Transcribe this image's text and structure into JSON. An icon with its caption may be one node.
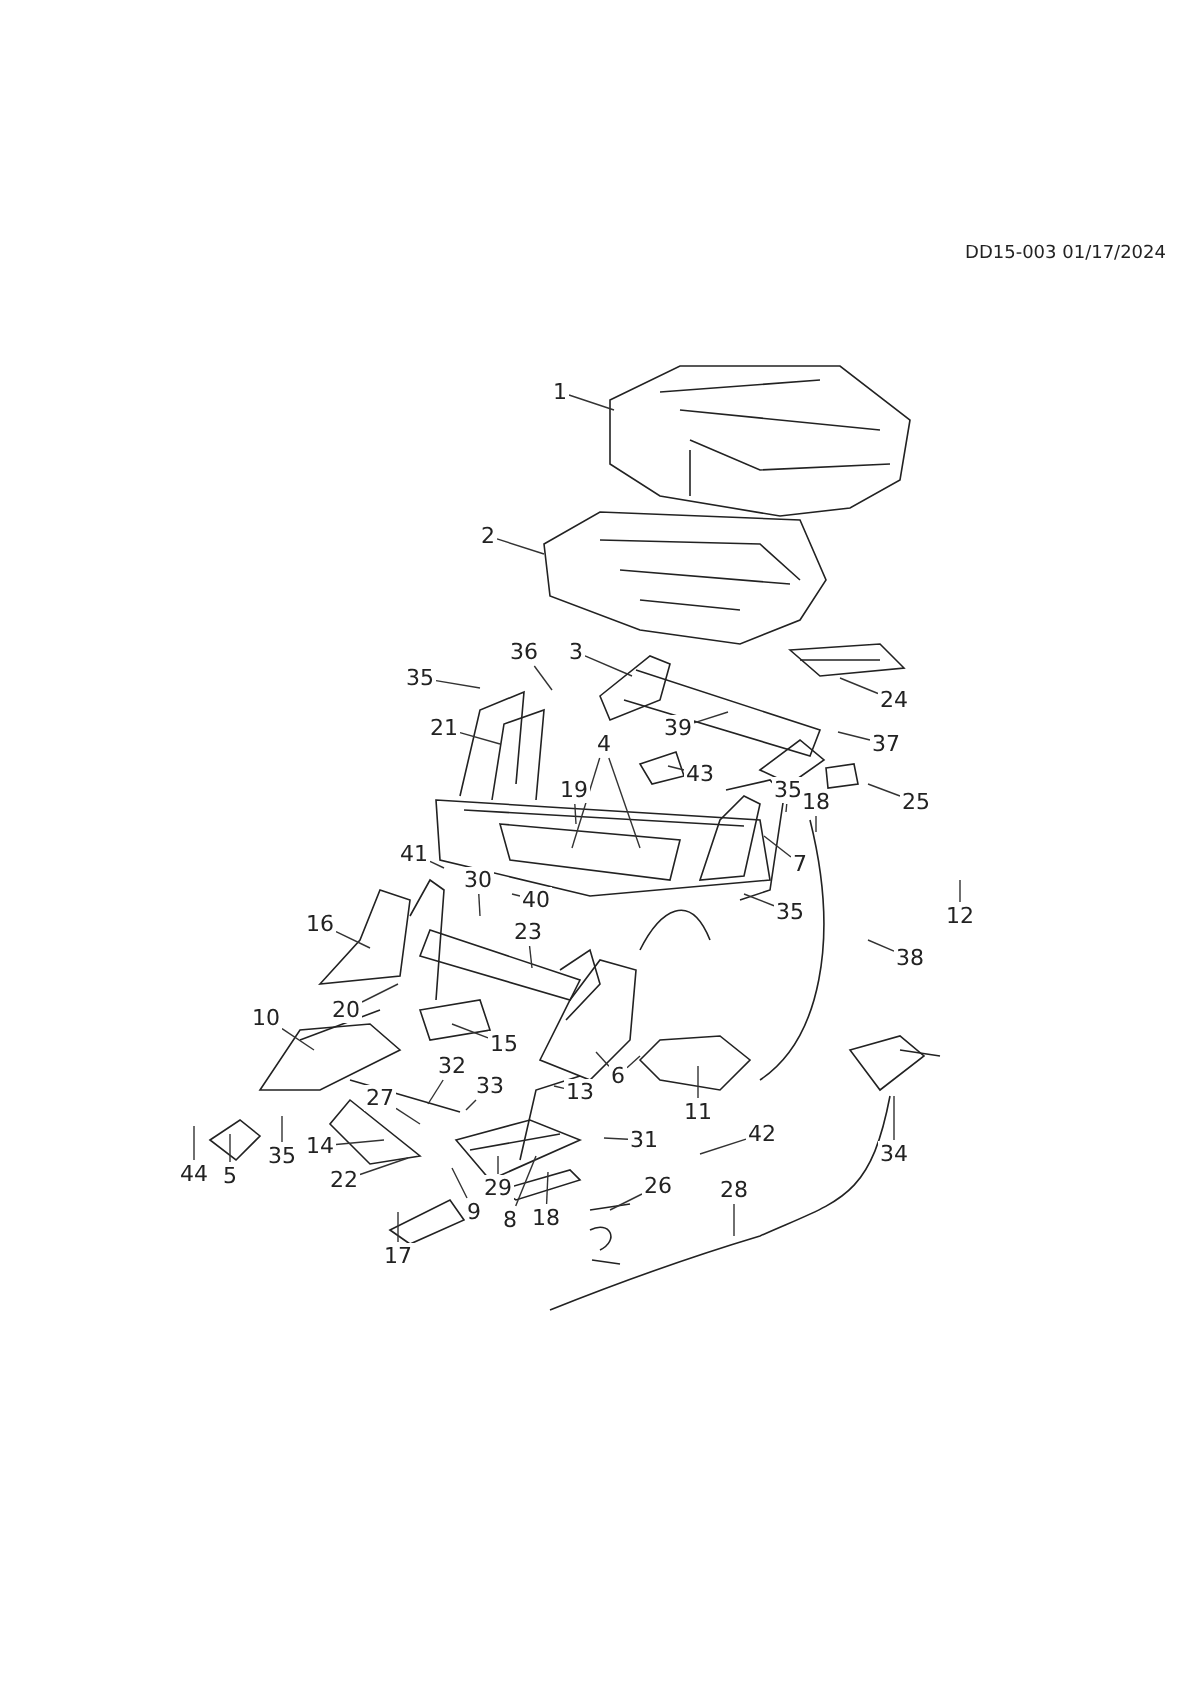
{
  "diagram": {
    "nodes": [
      {
        "text": [
          "1"
        ]
      },
      {
        "text": [
          "2"
        ]
      },
      {
        "text": [
          "3"
        ]
      },
      {
        "text": [
          "35"
        ]
      },
      {
        "text": [
          "36"
        ]
      },
      {
        "text": [
          "24"
        ]
      },
      {
        "text": [
          "21"
        ]
      },
      {
        "text": [
          "39"
        ]
      },
      {
        "text": [
          "37"
        ]
      },
      {
        "text": [
          "4"
        ]
      },
      {
        "text": [
          "43"
        ]
      },
      {
        "text": [
          "25"
        ]
      },
      {
        "text": [
          "19"
        ]
      },
      {
        "text": [
          "35"
        ]
      },
      {
        "text": [
          "18"
        ]
      },
      {
        "text": [
          "7"
        ]
      },
      {
        "text": [
          "41"
        ]
      },
      {
        "text": [
          "30"
        ]
      },
      {
        "text": [
          "40"
        ]
      },
      {
        "text": [
          "35"
        ]
      },
      {
        "text": [
          "12"
        ]
      },
      {
        "text": [
          "16"
        ]
      },
      {
        "text": [
          "23"
        ]
      },
      {
        "text": [
          "38"
        ]
      },
      {
        "text": [
          "20"
        ]
      },
      {
        "text": [
          "10"
        ]
      },
      {
        "text": [
          "15"
        ]
      },
      {
        "text": [
          "6"
        ]
      },
      {
        "text": [
          "13"
        ]
      },
      {
        "text": [
          "11"
        ]
      },
      {
        "text": [
          "32"
        ]
      },
      {
        "text": [
          "33"
        ]
      },
      {
        "text": [
          "27"
        ]
      },
      {
        "text": [
          "14"
        ]
      },
      {
        "text": [
          "31"
        ]
      },
      {
        "text": [
          "42"
        ]
      },
      {
        "text": [
          "35"
        ]
      },
      {
        "text": [
          "34"
        ]
      },
      {
        "text": [
          "44"
        ]
      },
      {
        "text": [
          "5"
        ]
      },
      {
        "text": [
          "22"
        ]
      },
      {
        "text": [
          "29"
        ]
      },
      {
        "text": [
          "26"
        ]
      },
      {
        "text": [
          "28"
        ]
      },
      {
        "text": [
          "9"
        ]
      },
      {
        "text": [
          "8"
        ]
      },
      {
        "text": [
          "18"
        ]
      },
      {
        "text": [
          "17"
        ]
      }
    ],
    "edges": [
      {
        "from": 0,
        "to": null,
        "arrow": "none"
      },
      {
        "from": 1,
        "to": null,
        "arrow": "none"
      },
      {
        "from": 2,
        "to": null,
        "arrow": "none"
      },
      {
        "from": 3,
        "to": null,
        "arrow": "none"
      },
      {
        "from": 4,
        "to": null,
        "arrow": "none"
      },
      {
        "from": 5,
        "to": null,
        "arrow": "none"
      },
      {
        "from": 6,
        "to": null,
        "arrow": "none"
      },
      {
        "from": 7,
        "to": null,
        "arrow": "none"
      },
      {
        "from": 8,
        "to": null,
        "arrow": "none"
      },
      {
        "from": 9,
        "to": null,
        "arrow": "none"
      },
      {
        "from": 9,
        "to": null,
        "arrow": "none"
      },
      {
        "from": 10,
        "to": null,
        "arrow": "none"
      },
      {
        "from": 11,
        "to": null,
        "arrow": "none"
      },
      {
        "from": 12,
        "to": null,
        "arrow": "none"
      },
      {
        "from": 13,
        "to": null,
        "arrow": "none"
      },
      {
        "from": 14,
        "to": null,
        "arrow": "none"
      },
      {
        "from": 15,
        "to": null,
        "arrow": "none"
      },
      {
        "from": 16,
        "to": null,
        "arrow": "none"
      },
      {
        "from": 17,
        "to": null,
        "arrow": "none"
      },
      {
        "from": 18,
        "to": null,
        "arrow": "none"
      },
      {
        "from": 19,
        "to": null,
        "arrow": "none"
      },
      {
        "from": 20,
        "to": null,
        "arrow": "none"
      },
      {
        "from": 21,
        "to": null,
        "arrow": "none"
      },
      {
        "from": 22,
        "to": null,
        "arrow": "none"
      },
      {
        "from": 23,
        "to": null,
        "arrow": "none"
      },
      {
        "from": 24,
        "to": null,
        "arrow": "none"
      },
      {
        "from": 25,
        "to": null,
        "arrow": "none"
      },
      {
        "from": 26,
        "to": null,
        "arrow": "none"
      },
      {
        "from": 27,
        "to": null,
        "arrow": "none"
      },
      {
        "from": 27,
        "to": null,
        "arrow": "none"
      },
      {
        "from": 28,
        "to": null,
        "arrow": "none"
      },
      {
        "from": 29,
        "to": null,
        "arrow": "none"
      },
      {
        "from": 30,
        "to": null,
        "arrow": "none"
      },
      {
        "from": 31,
        "to": null,
        "arrow": "none"
      },
      {
        "from": 32,
        "to": null,
        "arrow": "none"
      },
      {
        "from": 33,
        "to": null,
        "arrow": "none"
      },
      {
        "from": 34,
        "to": null,
        "arrow": "none"
      },
      {
        "from": 35,
        "to": null,
        "arrow": "none"
      },
      {
        "from": 36,
        "to": null,
        "arrow": "none"
      },
      {
        "from": 37,
        "to": null,
        "arrow": "none"
      },
      {
        "from": 38,
        "to": null,
        "arrow": "none"
      },
      {
        "from": 39,
        "to": null,
        "arrow": "none"
      },
      {
        "from": 40,
        "to": null,
        "arrow": "none"
      },
      {
        "from": 41,
        "to": null,
        "arrow": "none"
      },
      {
        "from": 42,
        "to": null,
        "arrow": "none"
      },
      {
        "from": 43,
        "to": null,
        "arrow": "none"
      },
      {
        "from": 44,
        "to": null,
        "arrow": "none"
      },
      {
        "from": 45,
        "to": null,
        "arrow": "none"
      },
      {
        "from": 46,
        "to": null,
        "arrow": "none"
      },
      {
        "from": 47,
        "to": null,
        "arrow": "none"
      }
    ],
    "labels": [
      "DD15-003 01/17/2024"
    ]
  }
}
